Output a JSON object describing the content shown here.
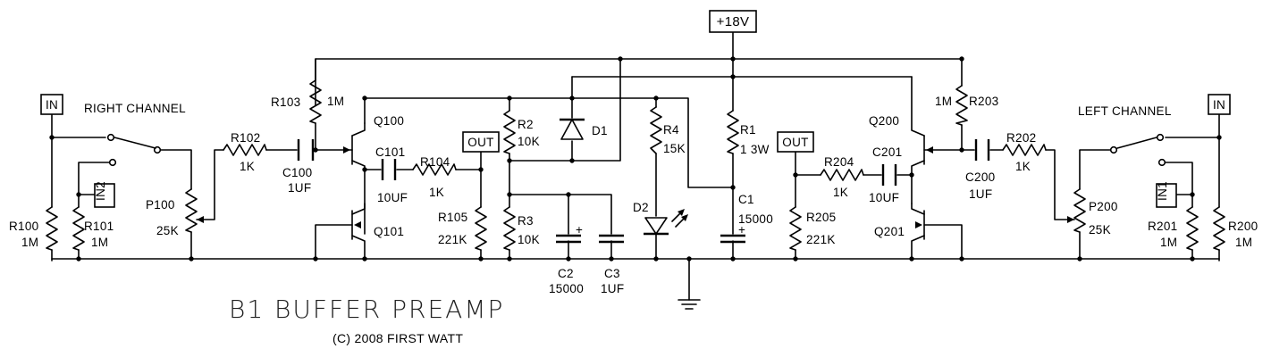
{
  "supply": {
    "label": "+18V"
  },
  "title": "B1 BUFFER PREAMP",
  "copyright": "(C) 2008 FIRST WATT",
  "right_channel": {
    "heading": "RIGHT CHANNEL",
    "input_in": "IN",
    "input_in2": "IN2",
    "output": "OUT",
    "r100": {
      "name": "R100",
      "value": "1M"
    },
    "r101": {
      "name": "R101",
      "value": "1M"
    },
    "p100": {
      "name": "P100",
      "value": "25K"
    },
    "r102": {
      "name": "R102",
      "value": "1K"
    },
    "c100": {
      "name": "C100",
      "value": "1UF"
    },
    "r103": {
      "name": "R103",
      "value": "1M"
    },
    "q100": "Q100",
    "q101": "Q101",
    "c101": {
      "name": "C101",
      "value": "10UF"
    },
    "r104": {
      "name": "R104",
      "value": "1K"
    },
    "r105": {
      "name": "R105",
      "value": "221K"
    }
  },
  "supply_section": {
    "r2": {
      "name": "R2",
      "value": "10K"
    },
    "r3": {
      "name": "R3",
      "value": "10K"
    },
    "d1": "D1",
    "r4": {
      "name": "R4",
      "value": "15K"
    },
    "d2": "D2",
    "r1": {
      "name": "R1",
      "value": "1 3W"
    },
    "c1": {
      "name": "C1",
      "value": "15000"
    },
    "c2": {
      "name": "C2",
      "value": "15000"
    },
    "c3": {
      "name": "C3",
      "value": "1UF"
    },
    "plus_sign": "+"
  },
  "left_channel": {
    "heading": "LEFT CHANNEL",
    "input_in": "IN",
    "input_in1": "IN1",
    "output": "OUT",
    "r200": {
      "name": "R200",
      "value": "1M"
    },
    "r201": {
      "name": "R201",
      "value": "1M"
    },
    "p200": {
      "name": "P200",
      "value": "25K"
    },
    "r202": {
      "name": "R202",
      "value": "1K"
    },
    "c200": {
      "name": "C200",
      "value": "1UF"
    },
    "r203": {
      "name": "R203",
      "value": "1M"
    },
    "q200": "Q200",
    "q201": "Q201",
    "c201": {
      "name": "C201",
      "value": "10UF"
    },
    "r204": {
      "name": "R204",
      "value": "1K"
    },
    "r205": {
      "name": "R205",
      "value": "221K"
    }
  }
}
